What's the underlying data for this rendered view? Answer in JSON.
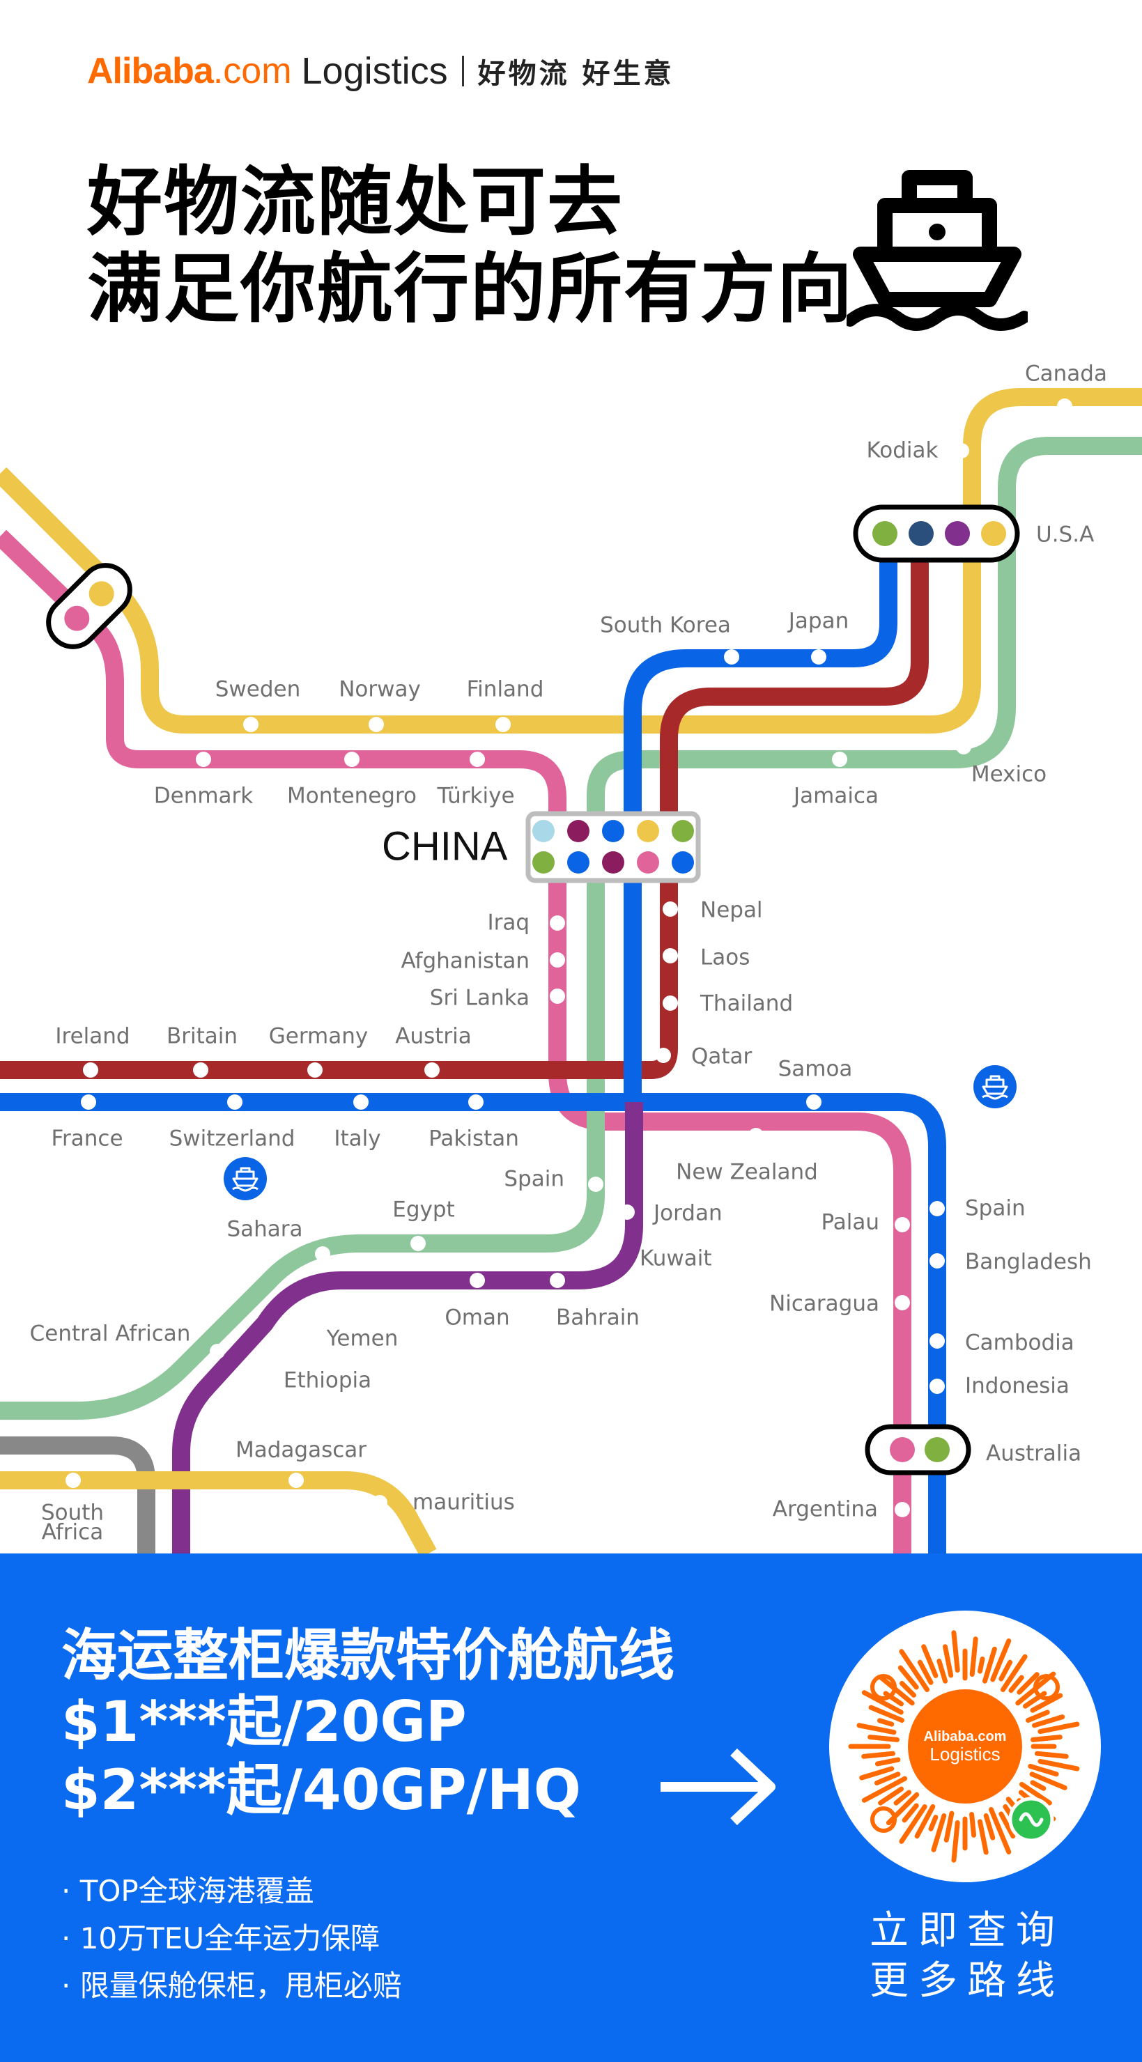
{
  "header": {
    "brand_a": "Alibaba",
    "brand_b": ".com",
    "brand_c": "Logistics",
    "tagline": "好物流 好生意"
  },
  "headline": {
    "line1": "好物流随处可去",
    "line2": "满足你航行的所有方向"
  },
  "map": {
    "china_label": "CHINA",
    "stations": {
      "canada": "Canada",
      "kodiak": "Kodiak",
      "usa": "U.S.A",
      "south_korea": "South Korea",
      "japan": "Japan",
      "sweden": "Sweden",
      "norway": "Norway",
      "finland": "Finland",
      "denmark": "Denmark",
      "montenegro": "Montenegro",
      "turkiye": "Türkiye",
      "jamaica": "Jamaica",
      "mexico": "Mexico",
      "iraq": "Iraq",
      "afghanistan": "Afghanistan",
      "sri_lanka": "Sri Lanka",
      "nepal": "Nepal",
      "laos": "Laos",
      "thailand": "Thailand",
      "qatar": "Qatar",
      "ireland": "Ireland",
      "britain": "Britain",
      "germany": "Germany",
      "austria": "Austria",
      "france": "France",
      "switzerland": "Switzerland",
      "italy": "Italy",
      "pakistan": "Pakistan",
      "samoa": "Samoa",
      "new_zealand": "New Zealand",
      "spain_left": "Spain",
      "spain_right": "Spain",
      "egypt": "Egypt",
      "sahara": "Sahara",
      "jordan": "Jordan",
      "kuwait": "Kuwait",
      "palau": "Palau",
      "bangladesh": "Bangladesh",
      "nicaragua": "Nicaragua",
      "cambodia": "Cambodia",
      "indonesia": "Indonesia",
      "central_african": "Central African",
      "yemen": "Yemen",
      "ethiopia": "Ethiopia",
      "oman": "Oman",
      "bahrain": "Bahrain",
      "australia": "Australia",
      "madagascar": "Madagascar",
      "mauritius": "mauritius",
      "south_africa_1": "South",
      "south_africa_2": "Africa",
      "argentina": "Argentina"
    },
    "line_colors": {
      "yellow": "#eec64a",
      "pink": "#e0649a",
      "green": "#8fc79c",
      "blue": "#0a64e6",
      "red": "#a8292a",
      "purple": "#82308e",
      "gray": "#888888",
      "lightblue": "#a9d8e8",
      "navy": "#2a4f7c",
      "magenta": "#8b1c5e",
      "violet": "#7a2c8c",
      "lime": "#7fb040"
    },
    "icons": [
      "ship-icon"
    ]
  },
  "panel": {
    "title1": "海运整柜爆款特价舱航线",
    "title2": "$1***起/20GP",
    "title3": "$2***起/40GP/HQ",
    "bullets": [
      "· TOP全球海港覆盖",
      "· 10万TEU全年运力保障",
      "· 限量保舱保柜，甩柜必赔"
    ],
    "qr_brand": "Alibaba.com",
    "qr_sub": "Logistics",
    "cta1": "立即查询",
    "cta2": "更多路线",
    "bg_color": "#0a6af0",
    "qr_accent": "#ff6a00"
  }
}
